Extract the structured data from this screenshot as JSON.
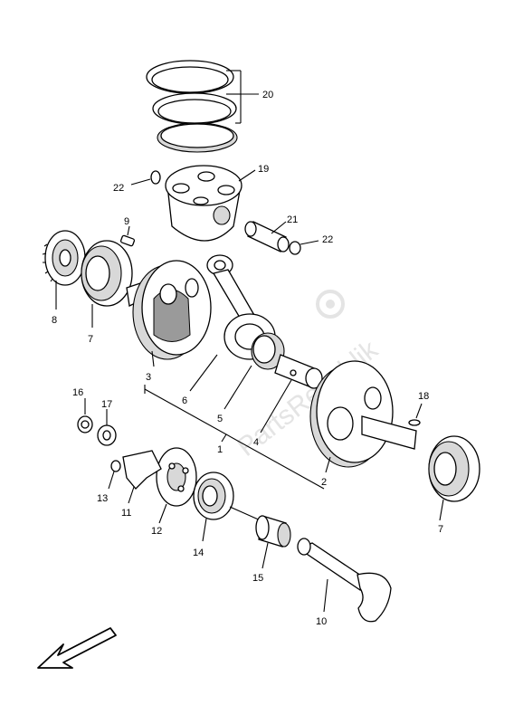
{
  "watermark": "PartsRepublik",
  "callouts": {
    "c1": "1",
    "c2": "2",
    "c3": "3",
    "c4": "4",
    "c5": "5",
    "c6": "6",
    "c7a": "7",
    "c7b": "7",
    "c8": "8",
    "c9": "9",
    "c10": "10",
    "c11": "11",
    "c12": "12",
    "c13": "13",
    "c14": "14",
    "c15": "15",
    "c16": "16",
    "c17": "17",
    "c18": "18",
    "c19": "19",
    "c20": "20",
    "c21": "21",
    "c22a": "22",
    "c22b": "22"
  },
  "icons": [
    "front-direction-arrow-icon",
    "watermark-gear-icon"
  ]
}
